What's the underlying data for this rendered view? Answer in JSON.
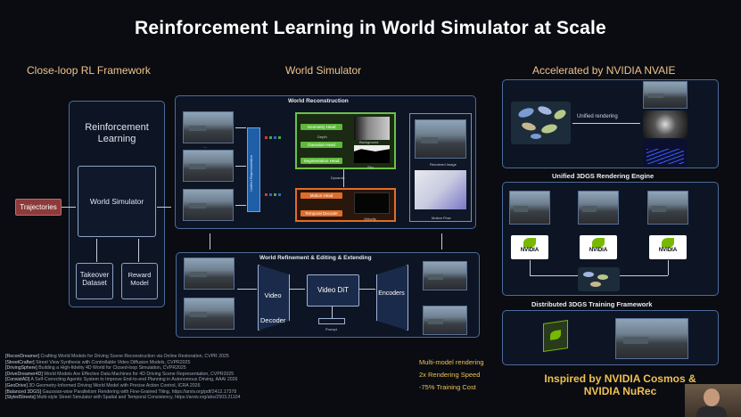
{
  "title": "Reinforcement Learning in World Simulator at Scale",
  "sections": {
    "closeloop": "Close-loop RL Framework",
    "worldsim": "World Simulator",
    "accelerated": "Accelerated by NVIDIA NVAIE"
  },
  "rl": {
    "reinforcement": "Reinforcement Learning",
    "world_simulator": "World Simulator",
    "trajectories": "Trajectories",
    "takeover": "Takeover Dataset",
    "reward": "Reward Model"
  },
  "reconstruction": {
    "title": "World Reconstruction",
    "unified_rep": "Unified Representation",
    "geometry_head": "Geometry Head",
    "gaussian_head": "Gaussian Head",
    "segmentation_head": "Segmentation Head",
    "depth": "Depth",
    "background": "Background",
    "sky": "Sky",
    "dynamic": "Dynamic",
    "motion_head": "Motion Head",
    "temporal_decoder": "Temporal Decoder",
    "velocity": "Velocity",
    "rendered_image": "Rendered Image",
    "motion_flow": "Motion Flow"
  },
  "refinement": {
    "title": "World Refinement & Editing & Extending",
    "video_decoder": "Video Decoder",
    "video_dit": "Video DiT",
    "encoders": "Encoders",
    "prompt": "Prompt"
  },
  "right": {
    "unified_rendering": "Unified rendering",
    "engine_title": "Unified 3DGS Rendering Engine",
    "nvidia": "NVIDIA",
    "distributed": "Distributed 3DGS Training Framework"
  },
  "stats": [
    "Multi-model rendering",
    "2x Rendering Speed",
    "-75% Training Cost"
  ],
  "inspired": "Inspired by NVIDIA Cosmos & NVIDIA NuRec",
  "references": [
    {
      "tag": "[ReconDreamer]",
      "text": "Crafting World Models for Driving Scene Reconstruction via Online Restoration, CVPR 2025"
    },
    {
      "tag": "[StreetCrafter]",
      "text": "Street View Synthesis with Controllable Video Diffusion Models, CVPR2025"
    },
    {
      "tag": "[DrivingSphere]",
      "text": "Building a High-fidelity 4D World for Closed-loop Simulation, CVPR2025"
    },
    {
      "tag": "[DriveDreamer4D]",
      "text": "World Models Are Effective Data Machines for 4D Driving Scene Representation, CVPR2025"
    },
    {
      "tag": "[ConsistAD]",
      "text": "A Self-Correcting Agentic System to Improve End-to-end Planning in Autonomous Driving, AAAI 2026"
    },
    {
      "tag": "[GeoDrive]",
      "text": "3D Geometry-Informed Driving World Model with Precise Action Control, ICRA 2026"
    },
    {
      "tag": "[Balanced 3DGS]",
      "text": "Gaussian-wise Parallelism Rendering with Fine-Grained Tiling, https://arxiv.org/pdf/2412.17378"
    },
    {
      "tag": "[StyledStreets]",
      "text": "Multi-style Street Simulator with Spatial and Temporal Consistency, https://arxiv.org/abs/2503.21104"
    }
  ]
}
